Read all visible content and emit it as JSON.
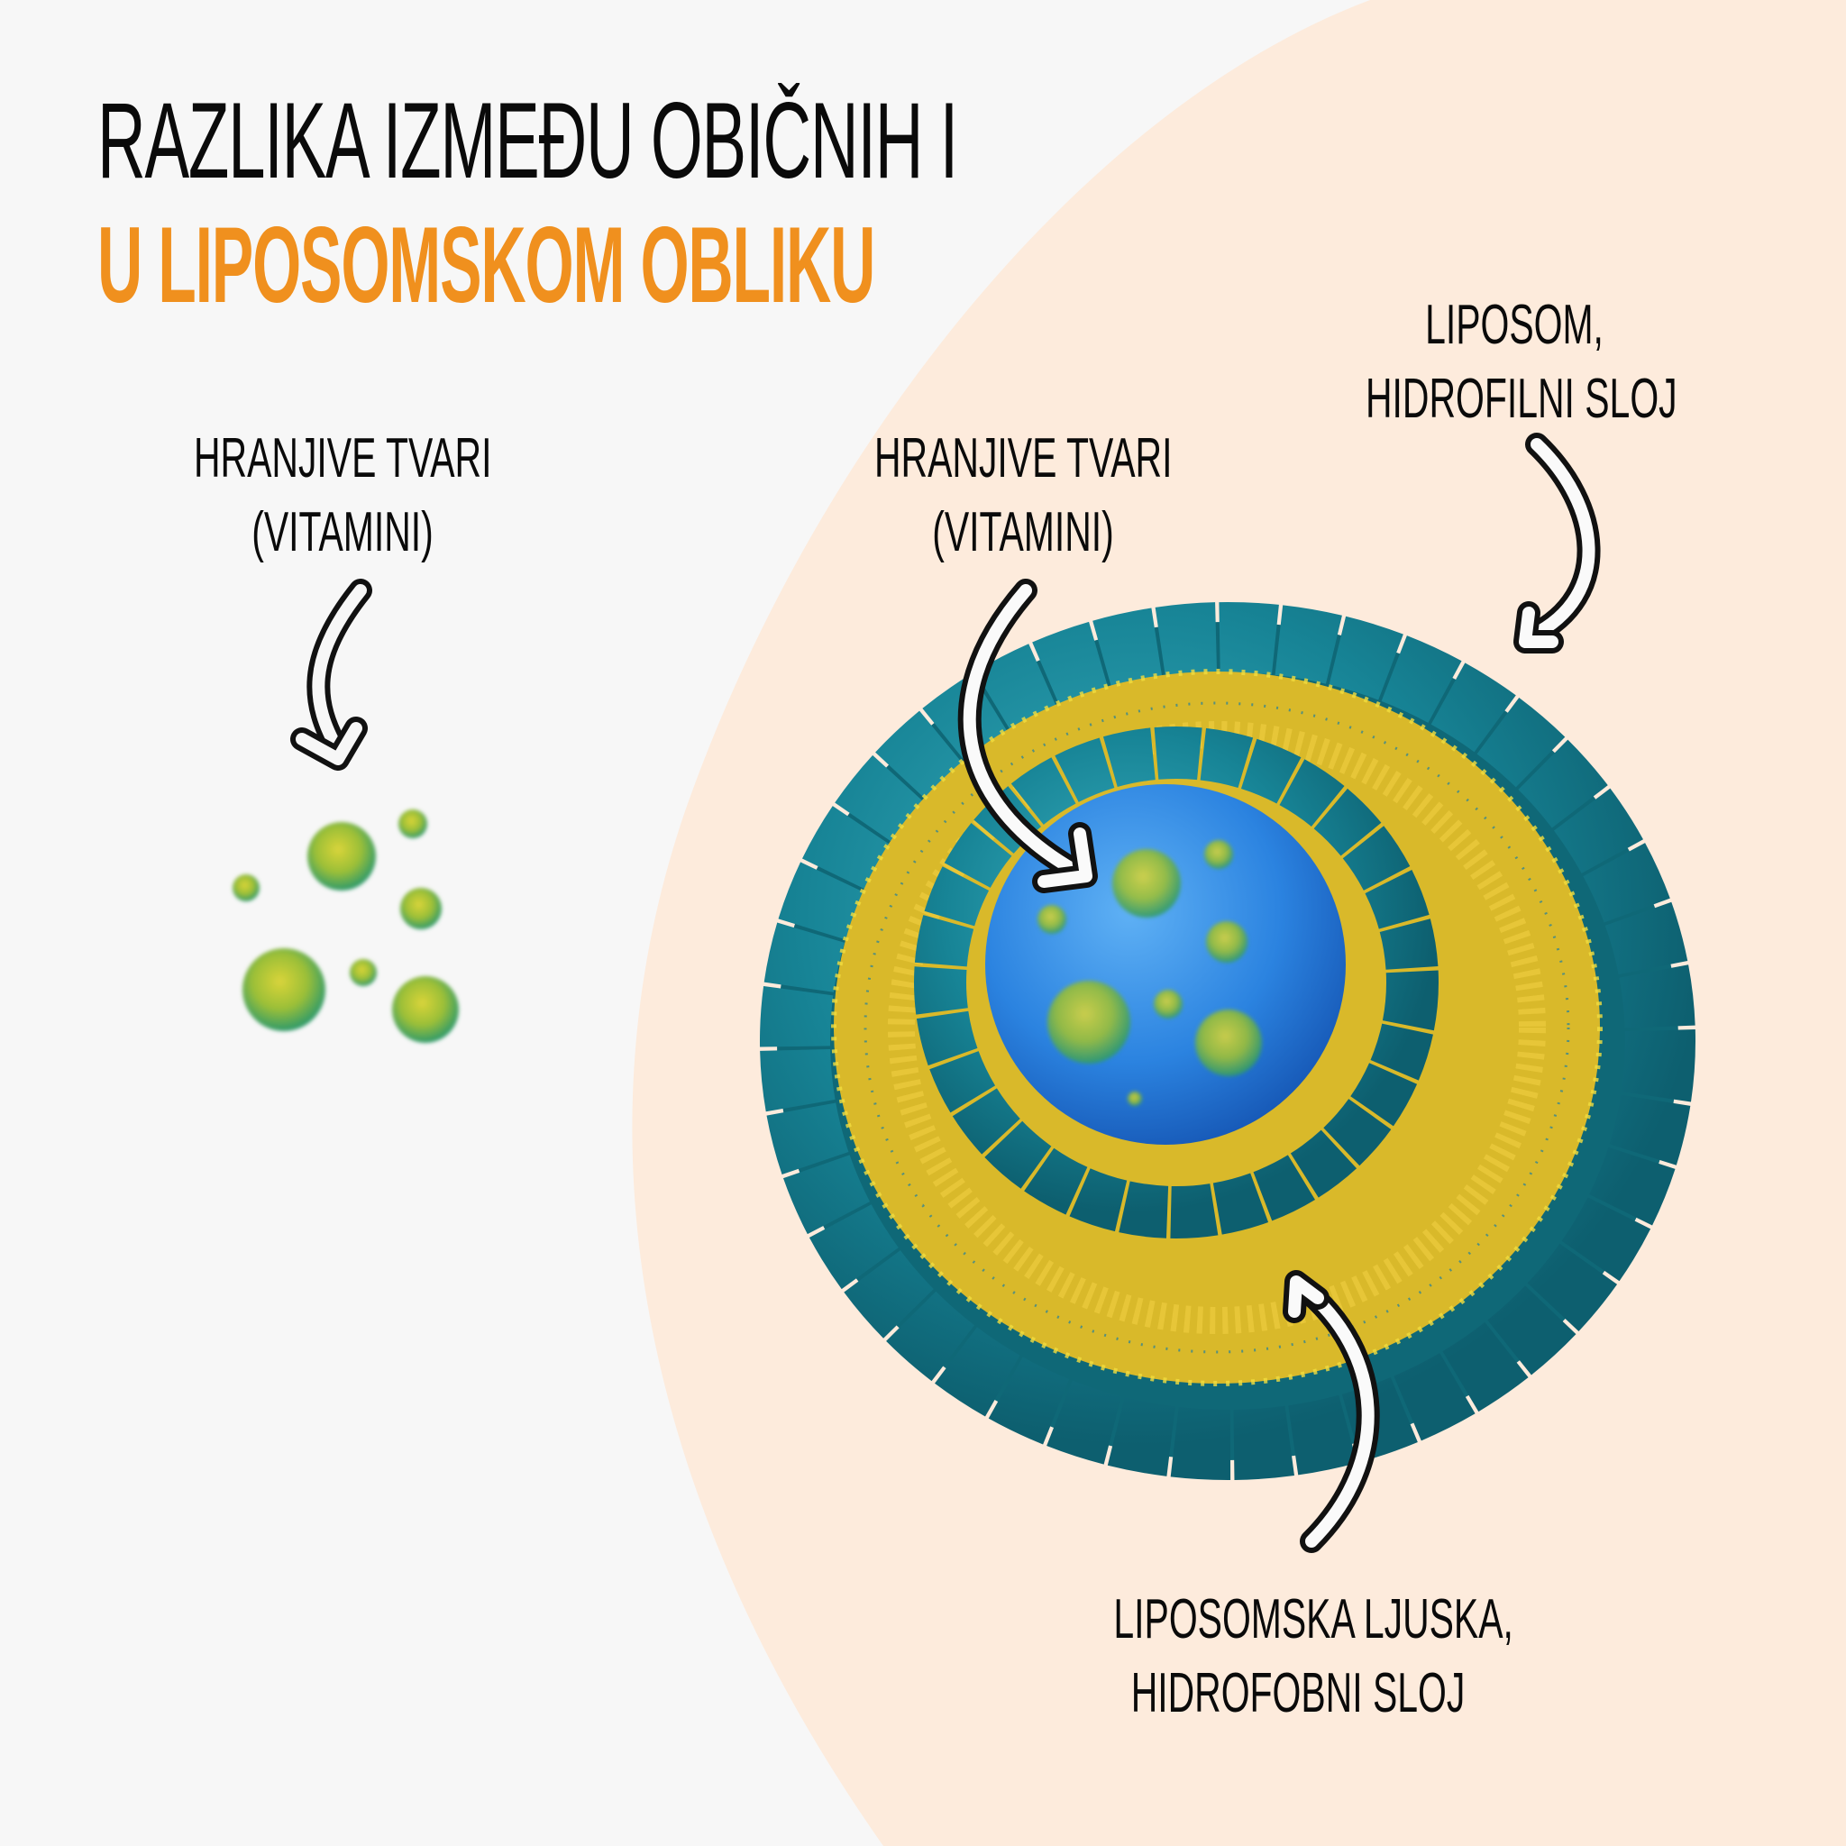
{
  "title": {
    "line1": "RAZLIKA IZMEĐU OBIČNIH I",
    "line2": "U LIPOSOMSKOM OBLIKU"
  },
  "labels": {
    "left_nutrients": {
      "line1": "HRANJIVE TVARI",
      "line2": "(VITAMINI)"
    },
    "right_nutrients": {
      "line1": "HRANJIVE TVARI",
      "line2": "(VITAMINI)"
    },
    "liposome_hydrophilic": {
      "line1": "LIPOSOM,",
      "line2": "HIDROFILNI SLOJ"
    },
    "liposome_shell": {
      "line1": "LIPOSOMSKA LJUSKA,",
      "line2": "HIDROFOBNI SLOJ"
    }
  },
  "colors": {
    "background": "#f7f7f7",
    "peach_panel": "#fdebdc",
    "title_dark": "#0a0a0a",
    "title_accent": "#f0901e",
    "lipid_head": "#1a8a9a",
    "lipid_tail": "#e0c22a",
    "core": "#2d86e0",
    "nutrient": "#8fbf3a"
  },
  "icons": {
    "arrows": [
      "curved-arrow-left-nutrients",
      "curved-arrow-core",
      "curved-arrow-hydrophilic",
      "curved-arrow-shell"
    ]
  }
}
